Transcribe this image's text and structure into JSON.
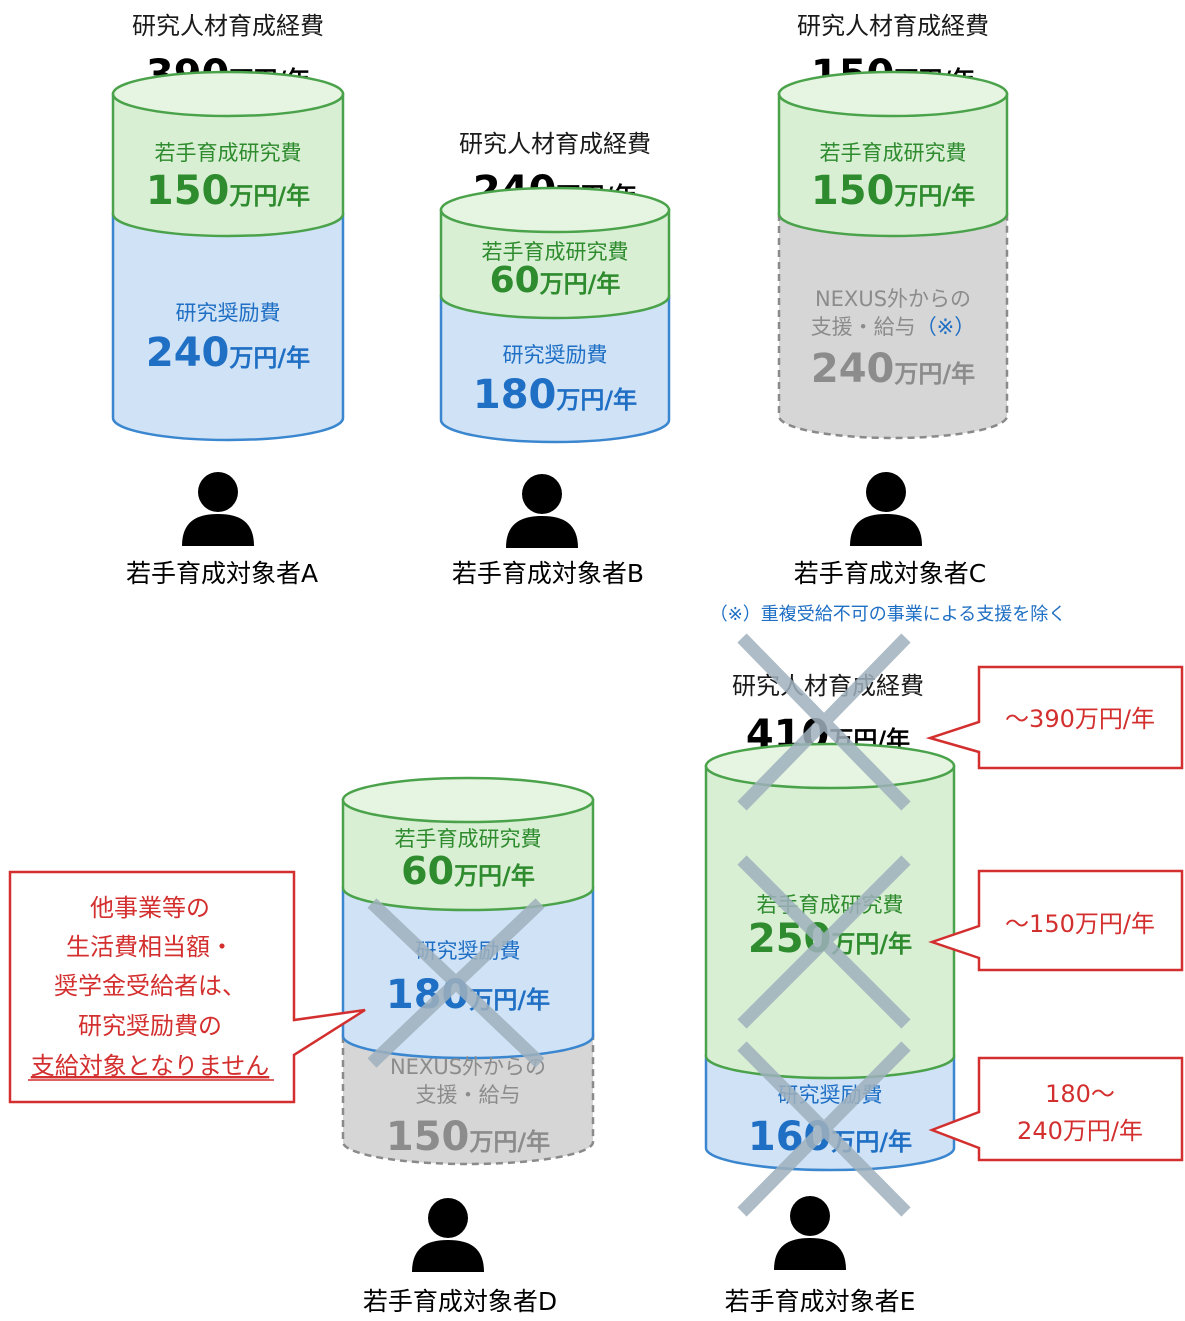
{
  "colors": {
    "green_fill": "#d9efd4",
    "green_stroke": "#4aa24a",
    "green_text": "#2e8b2e",
    "blue_fill": "#cfe2f6",
    "blue_stroke": "#3a86cf",
    "blue_text": "#1f6fc4",
    "gray_fill": "#d6d6d6",
    "gray_stroke": "#8a8a8a",
    "gray_text": "#8c8c8c",
    "red": "#d32f2f",
    "cross": "#9fb1bd"
  },
  "header_label": "研究人材育成経費",
  "unit": "万円/年",
  "persons": {
    "A": {
      "name": "若手育成対象者A",
      "total": "390",
      "green": {
        "label": "若手育成研究費",
        "value": "150"
      },
      "blue": {
        "label": "研究奨励費",
        "value": "240"
      }
    },
    "B": {
      "name": "若手育成対象者B",
      "total": "240",
      "green": {
        "label": "若手育成研究費",
        "value": "60"
      },
      "blue": {
        "label": "研究奨励費",
        "value": "180"
      }
    },
    "C": {
      "name": "若手育成対象者C",
      "total": "150",
      "green": {
        "label": "若手育成研究費",
        "value": "150"
      },
      "gray": {
        "label1": "NEXUS外からの",
        "label2a": "支援・給与",
        "label2b": "（※）",
        "value": "240"
      }
    },
    "D": {
      "name": "若手育成対象者D",
      "green": {
        "label": "若手育成研究費",
        "value": "60"
      },
      "blue": {
        "label": "研究奨励費",
        "value": "180"
      },
      "gray": {
        "label1": "NEXUS外からの",
        "label2": "支援・給与",
        "value": "150"
      }
    },
    "E": {
      "name": "若手育成対象者E",
      "total": "410",
      "green": {
        "label": "若手育成研究費",
        "value": "250"
      },
      "blue": {
        "label": "研究奨励費",
        "value": "160"
      }
    }
  },
  "note_c": "（※）重複受給不可の事業による支援を除く",
  "callout_d": {
    "line1": "他事業等の",
    "line2": "生活費相当額・",
    "line3": "奨学金受給者は、",
    "line4": "研究奨励費の",
    "line5": "支給対象となりません"
  },
  "callout_e1": "〜390万円/年",
  "callout_e2": "〜150万円/年",
  "callout_e3": {
    "line1": "180〜",
    "line2": "240万円/年"
  }
}
